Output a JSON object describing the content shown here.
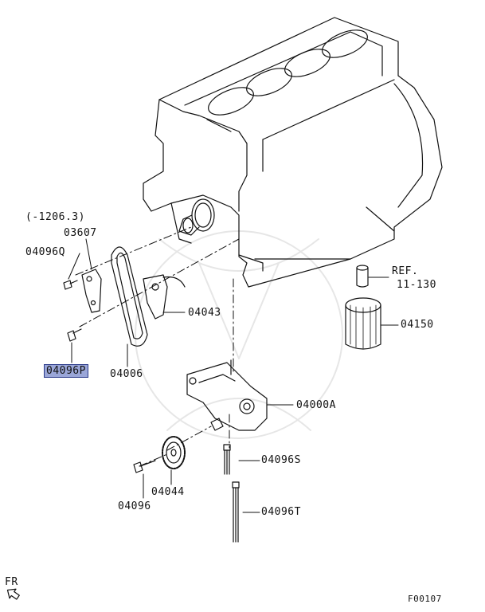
{
  "diagram": {
    "labels": {
      "note_serial": "(-1206.3)",
      "p03607": "03607",
      "p04096q": "04096Q",
      "p04096p": "04096P",
      "p04006": "04006",
      "p04043": "04043",
      "p04000a": "04000A",
      "p04096s": "04096S",
      "p04044": "04044",
      "p04096": "04096",
      "p04096t": "04096T",
      "p04150": "04150",
      "ref_line1": "REF.",
      "ref_line2": "11-130",
      "direction": "FR",
      "figure_code": "F00107"
    },
    "highlight_color": "#9aa6d8"
  }
}
